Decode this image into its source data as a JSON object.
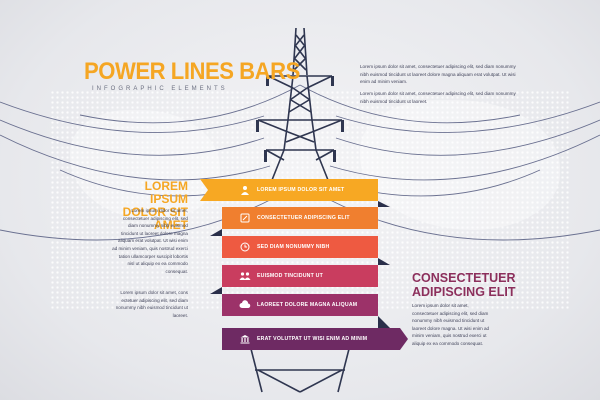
{
  "header": {
    "title": "POWER LINES BARS",
    "subtitle": "INFOGRAPHIC ELEMENTS"
  },
  "left": {
    "heading_line1": "LOREM IPSUM",
    "heading_line2": "DOLOR SIT AMET",
    "body1": "Lorem ipsum dolor sit amet, consectetuer adipiscing elit, sed diam nonummy nibh euismod tincidunt ut laoreet dolore magna aliquam erat volutpat. Ut wisi enim ad minim veniam, quis nostrud exerci tation ullamcorper suscipit lobortis nisl ut aliquip ex ea commodo consequat.",
    "body2": "Lorem ipsum dolor sit amet, cons ectetuer adipiscing elit, sed diam nonummy nibh euismod tincidunt ut laoreet."
  },
  "right": {
    "heading_line1": "CONSECTETUER",
    "heading_line2": "ADIPISCING ELIT",
    "body": "Lorem ipsum dolor sit amet, consectetuer adipiscing elit, sed diam nonummy nibh euismod tincidunt ut laoreet dolore magna. Ut wisi enim ad minim veniam, quis nostrud exerci ut aliquip ex ea commodo consequat."
  },
  "top_right": {
    "body1": "Lorem ipsum dolor sit amet, consectetuer adipiscing elit, sed diam nonummy nibh euismod tincidunt ut laoreet dolore magna aliquam erat volutpat. Ut wisi enim ad minim veniam.",
    "body2": "Lorem ipsum dolor sit amet, consectetuer adipiscing elit, sed diam nonummy nibh euismod tincidunt ut laoreet."
  },
  "banners": [
    {
      "label": "LOREM IPSUM DOLOR SIT AMET",
      "icon": "person-icon",
      "color": "#f7a823"
    },
    {
      "label": "CONSECTETUER ADIPISCING ELIT",
      "icon": "pen-icon",
      "color": "#f07f2f"
    },
    {
      "label": "SED DIAM NONUMMY NIBH",
      "icon": "clock-icon",
      "color": "#ee5a41"
    },
    {
      "label": "EUISMOD TINCIDUNT UT",
      "icon": "people-icon",
      "color": "#c93d5f"
    },
    {
      "label": "LAOREET DOLORE MAGNA ALIQUAM",
      "icon": "cloud-icon",
      "color": "#9c3269"
    },
    {
      "label": "ERAT VOLUTPAT UT WISI ENIM AD MINIM",
      "icon": "bank-icon",
      "color": "#6e2a63"
    }
  ],
  "colors": {
    "accent": "#f5a623",
    "heading_right": "#8c2f5c",
    "tower": "#2f3650",
    "wire": "#6a7090"
  }
}
